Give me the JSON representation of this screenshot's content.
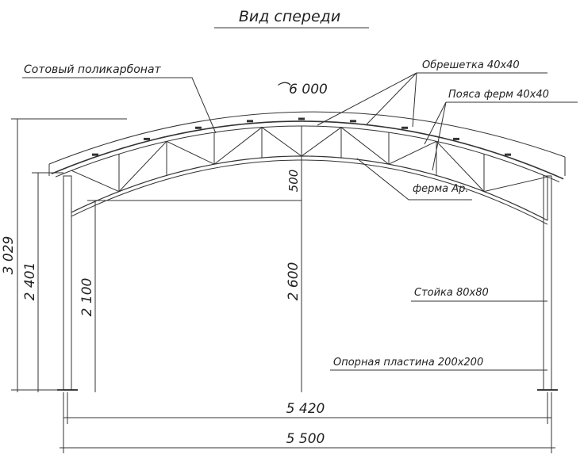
{
  "title": "Вид спереди",
  "labels": {
    "polycarbonate": "Сотовый поликарбонат",
    "lathing": "Обрешетка 40x40",
    "chords": "Пояса ферм 40x40",
    "truss": "ферма Ар.",
    "post": "Стойка 80x80",
    "base_plate": "Опорная пластина 200x200"
  },
  "dimensions": {
    "arc_length": "⌒6 000",
    "total_height": "3 029",
    "post_height": "2 401",
    "clear_height_side": "2 100",
    "clear_height_center": "2 600",
    "truss_depth": "500",
    "inner_width": "5 420",
    "outer_width": "5 500"
  }
}
